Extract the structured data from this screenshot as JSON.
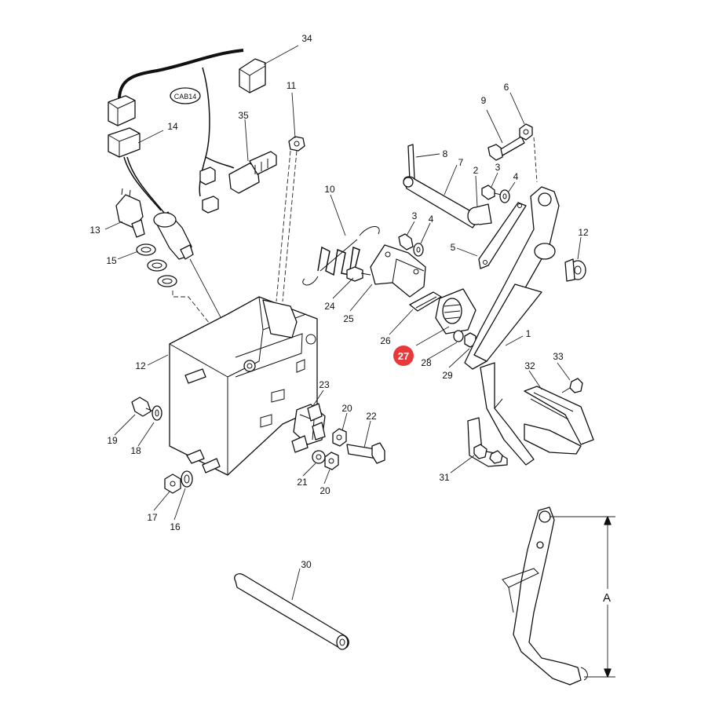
{
  "diagram": {
    "connector_tag": "CAB14",
    "dimension_label": "A",
    "highlight": {
      "label": "27",
      "color": "#e8393a"
    },
    "labels": [
      {
        "id": "34",
        "text": "34"
      },
      {
        "id": "14",
        "text": "14"
      },
      {
        "id": "13",
        "text": "13"
      },
      {
        "id": "15",
        "text": "15"
      },
      {
        "id": "35",
        "text": "35"
      },
      {
        "id": "11",
        "text": "11"
      },
      {
        "id": "10",
        "text": "10"
      },
      {
        "id": "12a",
        "text": "12"
      },
      {
        "id": "19",
        "text": "19"
      },
      {
        "id": "18",
        "text": "18"
      },
      {
        "id": "17",
        "text": "17"
      },
      {
        "id": "16",
        "text": "16"
      },
      {
        "id": "23",
        "text": "23"
      },
      {
        "id": "20a",
        "text": "20"
      },
      {
        "id": "22",
        "text": "22"
      },
      {
        "id": "21",
        "text": "21"
      },
      {
        "id": "20b",
        "text": "20"
      },
      {
        "id": "24",
        "text": "24"
      },
      {
        "id": "25",
        "text": "25"
      },
      {
        "id": "3a",
        "text": "3"
      },
      {
        "id": "4a",
        "text": "4"
      },
      {
        "id": "26",
        "text": "26"
      },
      {
        "id": "28",
        "text": "28"
      },
      {
        "id": "29",
        "text": "29"
      },
      {
        "id": "8",
        "text": "8"
      },
      {
        "id": "7",
        "text": "7"
      },
      {
        "id": "9",
        "text": "9"
      },
      {
        "id": "6",
        "text": "6"
      },
      {
        "id": "2",
        "text": "2"
      },
      {
        "id": "3b",
        "text": "3"
      },
      {
        "id": "4b",
        "text": "4"
      },
      {
        "id": "5",
        "text": "5"
      },
      {
        "id": "12b",
        "text": "12"
      },
      {
        "id": "1",
        "text": "1"
      },
      {
        "id": "33",
        "text": "33"
      },
      {
        "id": "32",
        "text": "32"
      },
      {
        "id": "31",
        "text": "31"
      },
      {
        "id": "30",
        "text": "30"
      }
    ]
  }
}
